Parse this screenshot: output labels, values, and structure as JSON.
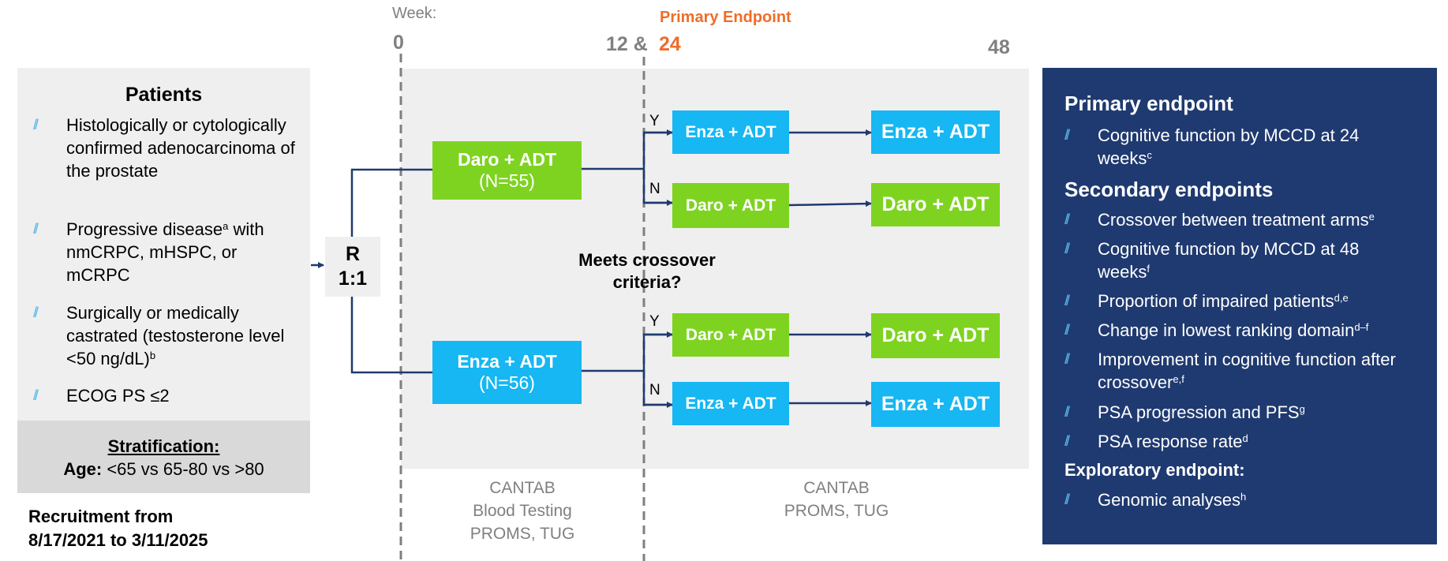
{
  "timeline": {
    "week_label": "Week:",
    "week0": "0",
    "week12": "12 &",
    "week24": "24",
    "week48": "48",
    "primary_endpoint_label": "Primary Endpoint"
  },
  "colors": {
    "accent_orange": "#ee6d2a",
    "navy": "#1f3a70",
    "green": "#7ed321",
    "cyan": "#16b7f2"
  },
  "patients": {
    "title": "Patients",
    "items": [
      {
        "text": "Histologically or cytologically confirmed adenocarcinoma of the prostate"
      },
      {
        "text": "Progressive disease",
        "sup": "a",
        "text2": " with nmCRPC, mHSPC, or mCRPC"
      },
      {
        "text": "Surgically or medically castrated (testosterone level <50 ng/dL)",
        "sup": "b"
      },
      {
        "text": "ECOG PS ≤2"
      }
    ],
    "bullet_mark": "//"
  },
  "stratification": {
    "title": "Stratification:",
    "age_label": "Age:",
    "age_text": " <65 vs 65-80 vs >80"
  },
  "recruitment": {
    "line1": "Recruitment from",
    "line2": "8/17/2021 to 3/11/2025"
  },
  "randomization": {
    "line1": "R",
    "line2": "1:1"
  },
  "arms": {
    "daro": {
      "label": "Daro + ADT",
      "n": "(N=55)"
    },
    "enza": {
      "label": "Enza + ADT",
      "n": "(N=56)"
    }
  },
  "crossover": {
    "question_line1": "Meets crossover",
    "question_line2": "criteria?",
    "yes": "Y",
    "no": "N",
    "top_y": "Enza + ADT",
    "top_n": "Daro + ADT",
    "bot_y": "Daro + ADT",
    "bot_n": "Enza + ADT",
    "top_y_end": "Enza + ADT",
    "top_n_end": "Daro + ADT",
    "bot_y_end": "Daro + ADT",
    "bot_n_end": "Enza + ADT"
  },
  "assessments": {
    "left": [
      "CANTAB",
      "Blood Testing",
      "PROMS, TUG"
    ],
    "right": [
      "CANTAB",
      "PROMS, TUG"
    ]
  },
  "endpoints": {
    "primary_title": "Primary endpoint",
    "primary_items": [
      {
        "text": "Cognitive function by MCCD at 24 weeks",
        "sup": "c"
      }
    ],
    "secondary_title": "Secondary endpoints",
    "secondary_items": [
      {
        "text": "Crossover between treatment arms",
        "sup": "e"
      },
      {
        "text": "Cognitive function by MCCD at 48 weeks",
        "sup": "f"
      },
      {
        "text": "Proportion of impaired patients",
        "sup": "d,e"
      },
      {
        "text": "Change in lowest ranking domain",
        "sup": "d–f"
      },
      {
        "text": "Improvement in cognitive function after crossover",
        "sup": "e,f"
      },
      {
        "text": "PSA progression and PFS",
        "sup": "g"
      },
      {
        "text": "PSA response rate",
        "sup": "d"
      }
    ],
    "exploratory_title": "Exploratory endpoint:",
    "exploratory_items": [
      {
        "text": "Genomic analyses",
        "sup": "h"
      }
    ]
  }
}
